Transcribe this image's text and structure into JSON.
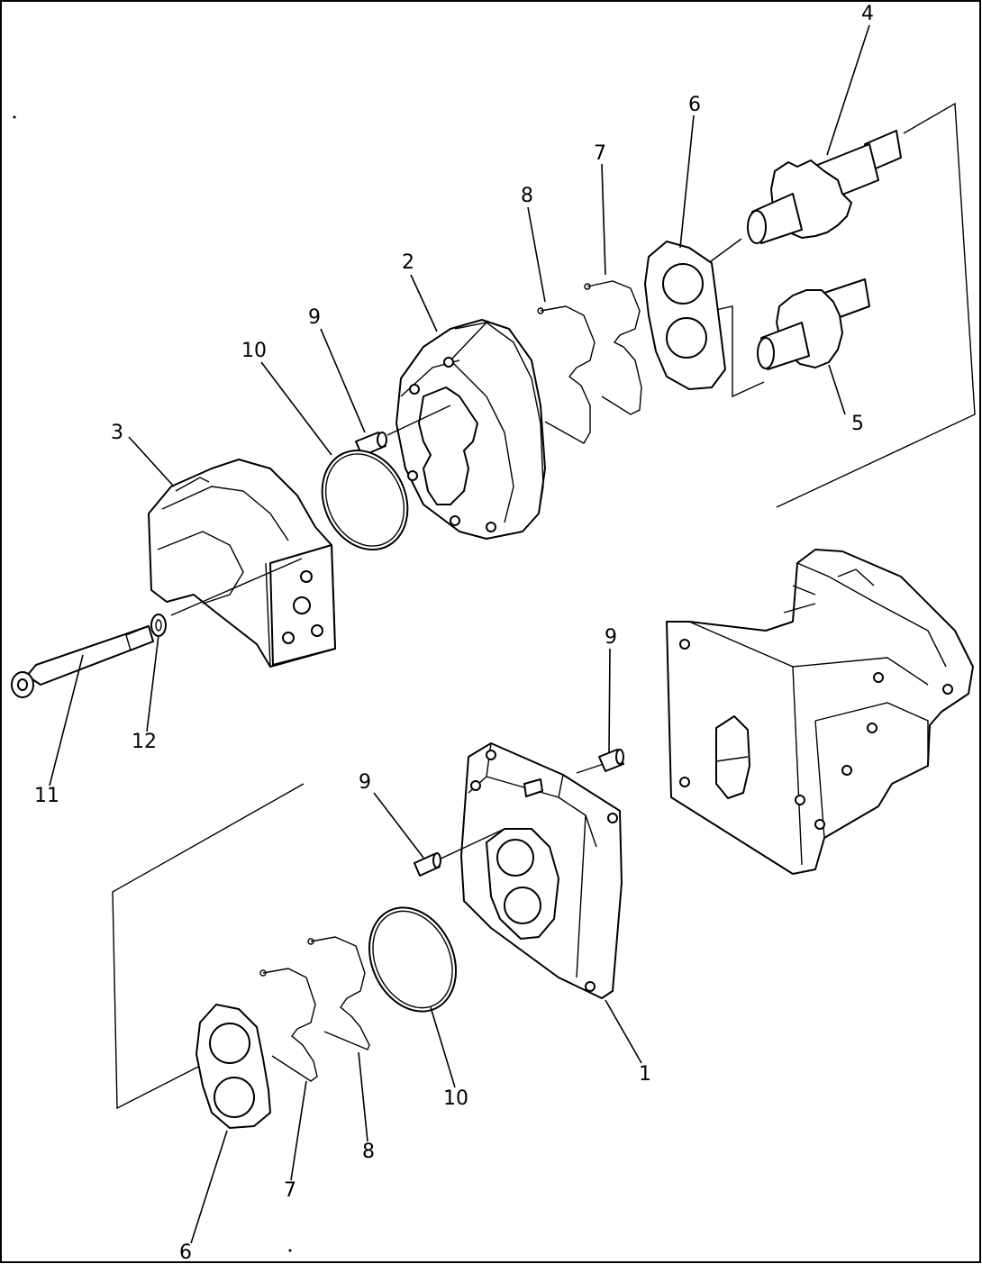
{
  "callouts": [
    {
      "id": "p4-top",
      "text": "4"
    },
    {
      "id": "p6-top",
      "text": "6"
    },
    {
      "id": "p7-top",
      "text": "7"
    },
    {
      "id": "p8-top",
      "text": "8"
    },
    {
      "id": "p2",
      "text": "2"
    },
    {
      "id": "p9-top",
      "text": "9"
    },
    {
      "id": "p10-top",
      "text": "10"
    },
    {
      "id": "p3",
      "text": "3"
    },
    {
      "id": "p5",
      "text": "5"
    },
    {
      "id": "p12",
      "text": "12"
    },
    {
      "id": "p11",
      "text": "11"
    },
    {
      "id": "p9-right",
      "text": "9"
    },
    {
      "id": "p9-bottom",
      "text": "9"
    },
    {
      "id": "p1",
      "text": "1"
    },
    {
      "id": "p10-bottom",
      "text": "10"
    },
    {
      "id": "p8-bottom",
      "text": "8"
    },
    {
      "id": "p7-bottom",
      "text": "7"
    },
    {
      "id": "p6-bottom",
      "text": "6"
    }
  ]
}
